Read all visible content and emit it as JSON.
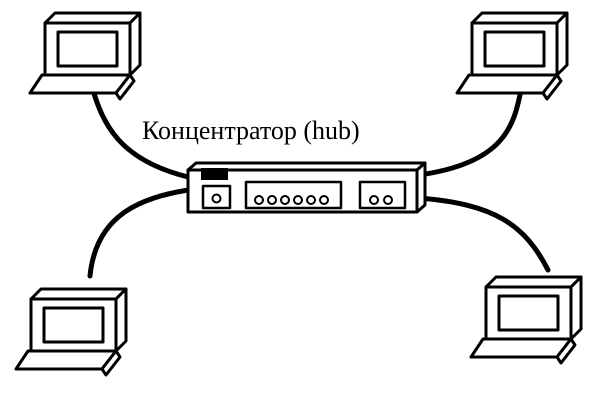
{
  "diagram": {
    "label": "Концентратор (hub)",
    "line_color": "#000000",
    "background": "#ffffff",
    "nodes": [
      {
        "kind": "computer",
        "icon": "monitor-icon"
      },
      {
        "kind": "computer",
        "icon": "monitor-icon"
      },
      {
        "kind": "computer",
        "icon": "monitor-icon"
      },
      {
        "kind": "computer",
        "icon": "monitor-icon"
      },
      {
        "kind": "hub",
        "icon": "hub-device-icon"
      }
    ]
  }
}
